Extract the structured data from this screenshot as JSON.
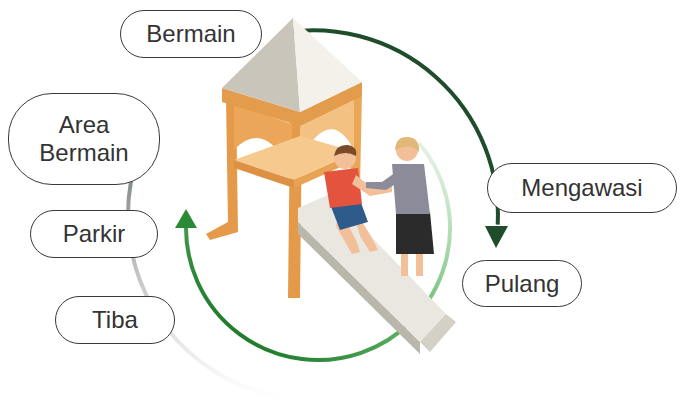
{
  "diagram": {
    "nodes": [
      {
        "text": [
          "Bermain"
        ]
      },
      {
        "text": [
          "Area Bermain"
        ]
      },
      {
        "text": [
          "Mengawasi"
        ]
      },
      {
        "text": [
          "Parkir"
        ]
      },
      {
        "text": [
          "Pulang"
        ]
      },
      {
        "text": [
          "Tiba"
        ]
      }
    ]
  }
}
